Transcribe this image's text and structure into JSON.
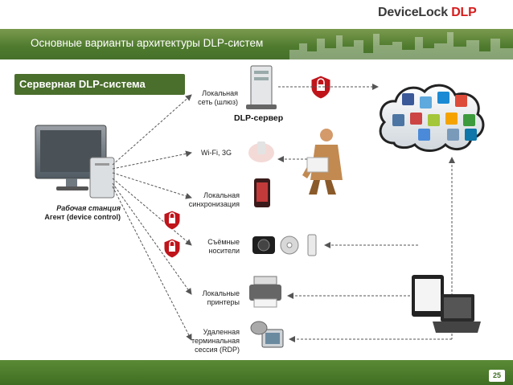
{
  "brand": {
    "name": "DeviceLock",
    "suffix": "DLP"
  },
  "header": {
    "title": "Основные варианты архитектуры DLP-систем"
  },
  "section": {
    "title": "Серверная DLP-система"
  },
  "workstation": {
    "line1": "Рабочая станция",
    "line2": "Агент (device control)"
  },
  "server": {
    "label": "DLP-сервер"
  },
  "channels": [
    {
      "line1": "Локальная",
      "line2": "сеть (шлюз)"
    },
    {
      "line1": "Wi-Fi, 3G",
      "line2": ""
    },
    {
      "line1": "Локальная",
      "line2": "синхронизация"
    },
    {
      "line1": "Съёмные",
      "line2": "носители"
    },
    {
      "line1": "Локальные",
      "line2": "принтеры"
    },
    {
      "line1": "Удаленная",
      "line2": "терминальная",
      "line3": "сессия (RDP)"
    }
  ],
  "footer": {
    "page": "25"
  },
  "colors": {
    "green": "#4e7a2e",
    "red": "#c0141b",
    "arrow": "#555555"
  }
}
